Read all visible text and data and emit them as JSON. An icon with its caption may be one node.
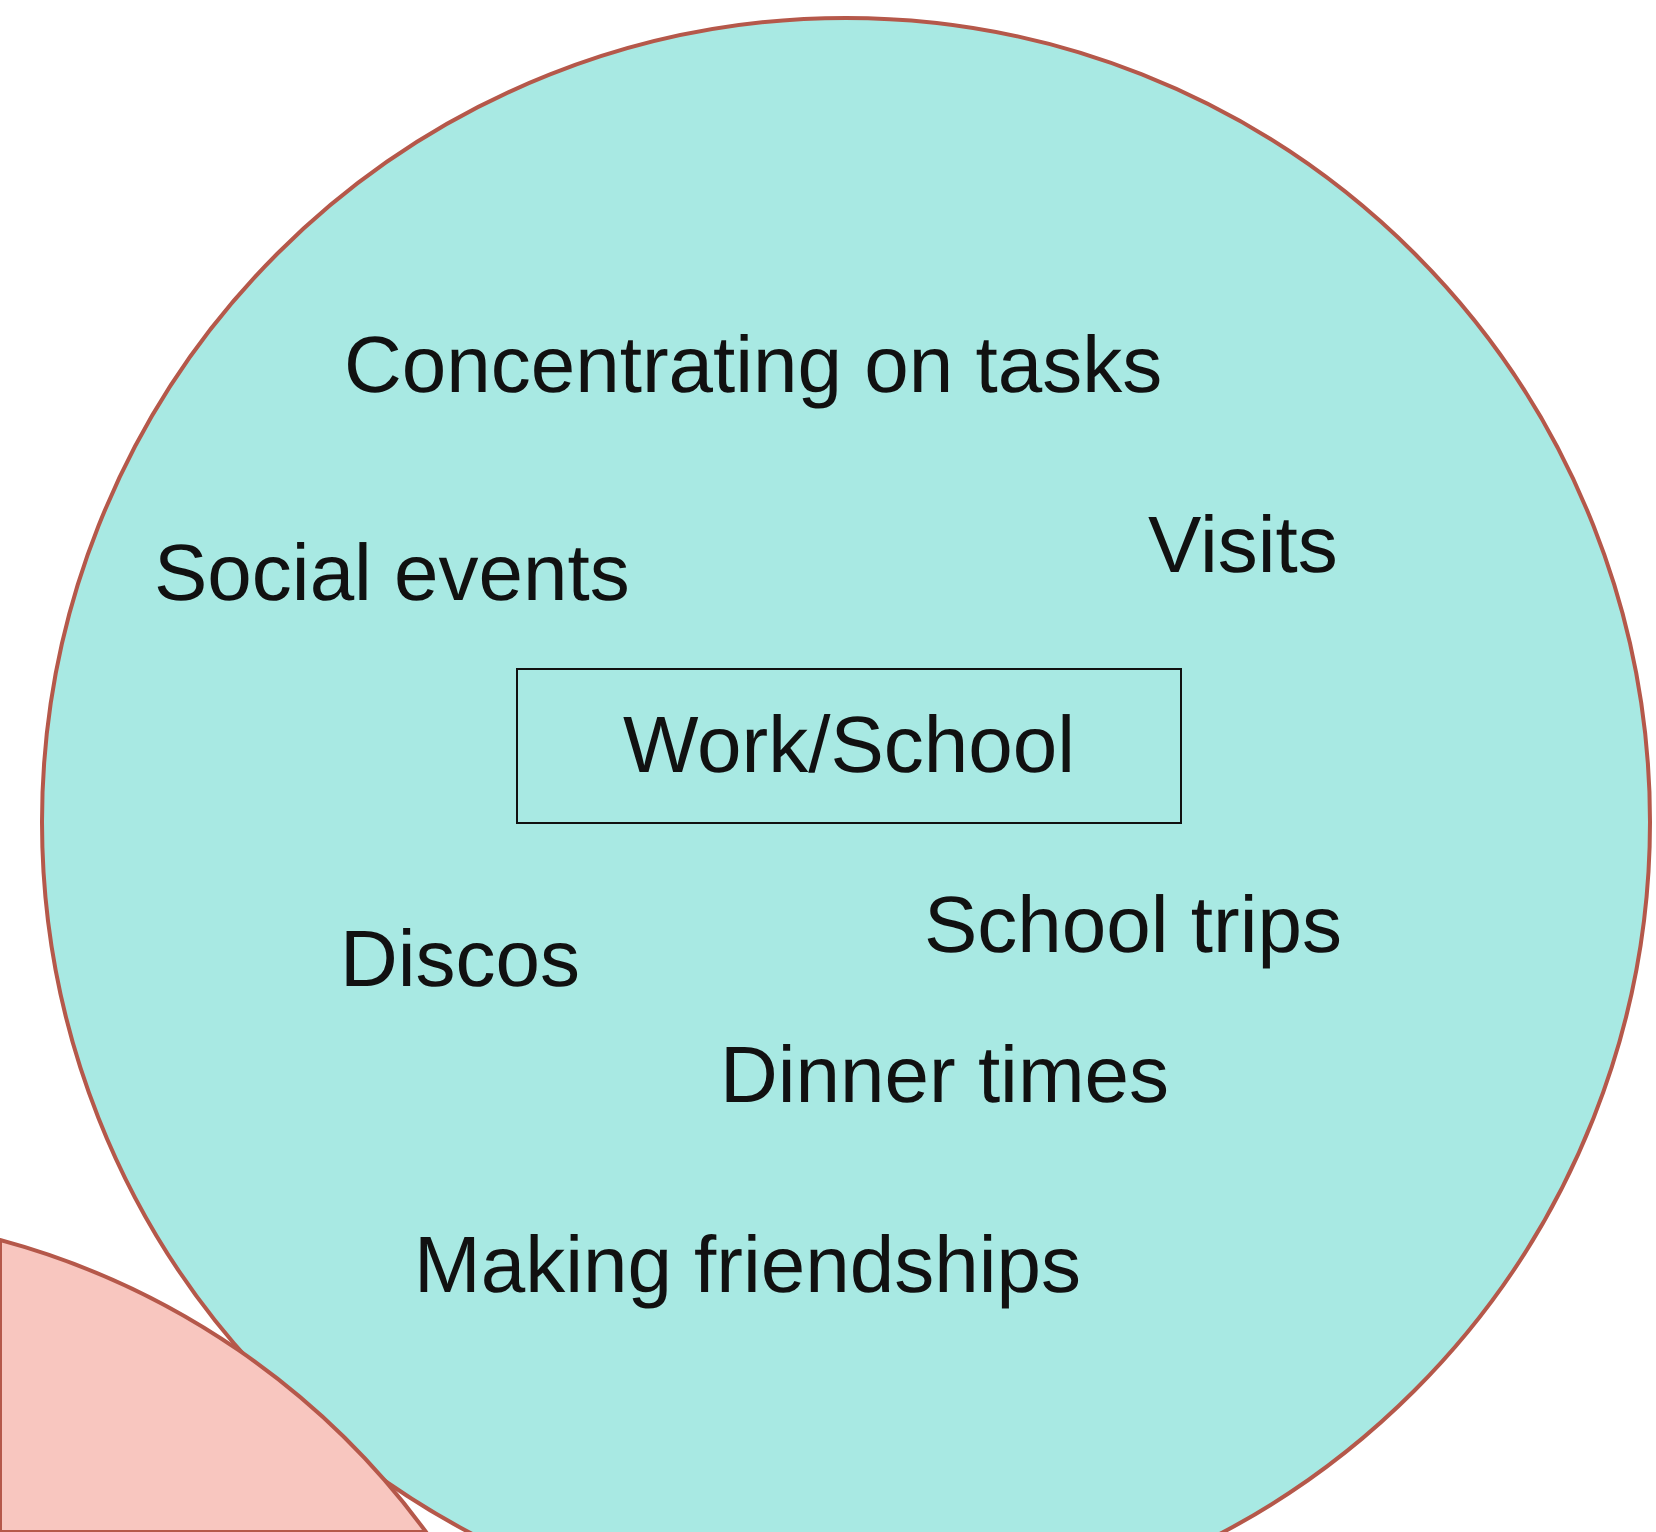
{
  "diagram": {
    "nodes": [
      {
        "text": [
          "Concentrating on tasks",
          "Social events",
          "Visits",
          "Discos",
          "School trips",
          "Dinner times",
          "Making friendships"
        ]
      },
      {
        "text": [
          "Work/School"
        ],
        "in": 0
      },
      {
        "text": [],
        "shape": "circle"
      }
    ]
  }
}
